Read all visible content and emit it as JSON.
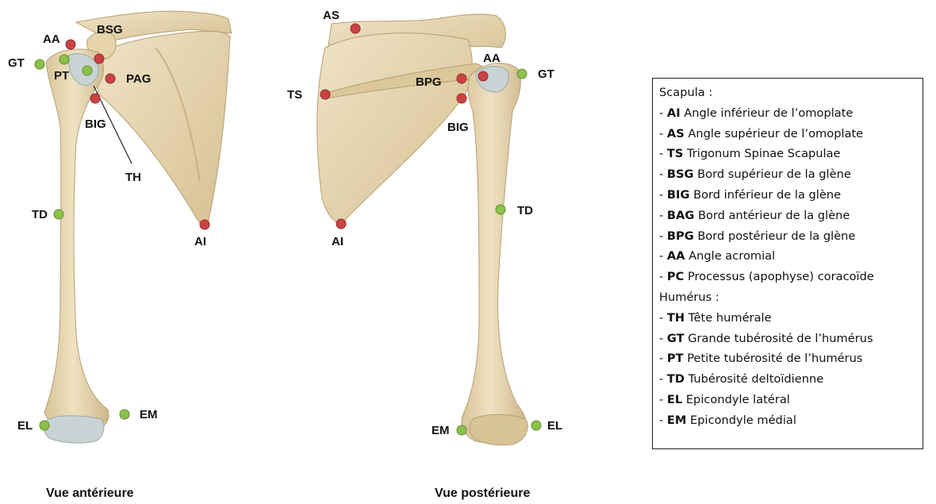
{
  "colors": {
    "scapula_marker": "#c94343",
    "humerus_marker": "#8cbf4b",
    "bone": "#e9d9b3",
    "bone_shade": "#cdb78c",
    "cartilage": "#c9d3d4"
  },
  "labels": {
    "ant_AA": "AA",
    "ant_BSG": "BSG",
    "ant_GT": "GT",
    "ant_PT": "PT",
    "ant_PAG": "PAG",
    "ant_BIG": "BIG",
    "ant_TH": "TH",
    "ant_TD": "TD",
    "ant_AI": "AI",
    "ant_EL": "EL",
    "ant_EM": "EM",
    "post_AS": "AS",
    "post_TS": "TS",
    "post_BPG": "BPG",
    "post_AA": "AA",
    "post_GT": "GT",
    "post_BIG": "BIG",
    "post_TD": "TD",
    "post_AI": "AI",
    "post_EM": "EM",
    "post_EL": "EL"
  },
  "captions": {
    "anterior": "Vue antérieure",
    "posterior": "Vue postérieure"
  },
  "legend": [
    {
      "code": "",
      "text": "Scapula :"
    },
    {
      "code": "AI",
      "text": "Angle inférieur de l’omoplate"
    },
    {
      "code": "AS",
      "text": "Angle supérieur de l’omoplate"
    },
    {
      "code": "TS",
      "text": "Trigonum Spinae Scapulae"
    },
    {
      "code": "BSG",
      "text": "Bord supérieur de la glène"
    },
    {
      "code": "BIG",
      "text": "Bord inférieur de la glène"
    },
    {
      "code": "BAG",
      "text": "Bord antérieur de la glène"
    },
    {
      "code": "BPG",
      "text": "Bord postérieur de la glène"
    },
    {
      "code": "AA",
      "text": "Angle acromial"
    },
    {
      "code": "PC",
      "text": "Processus (apophyse) coracoïde"
    },
    {
      "code": "",
      "text": "Humérus :"
    },
    {
      "code": "TH",
      "text": "Tête humérale"
    },
    {
      "code": "GT",
      "text": "Grande tubérosité de l’humérus"
    },
    {
      "code": "PT",
      "text": "Petite tubérosité de l’humérus"
    },
    {
      "code": "TD",
      "text": "Tubérosité deltoïdienne"
    },
    {
      "code": "EL",
      "text": "Epicondyle latéral"
    },
    {
      "code": "EM",
      "text": "Epicondyle médial"
    }
  ]
}
